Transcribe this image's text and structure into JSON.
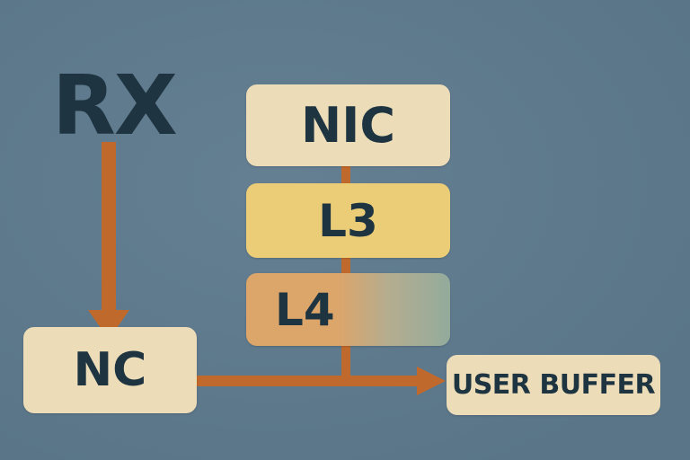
{
  "diagram": {
    "source_label": "RX",
    "nodes": {
      "nic": "NIC",
      "l3": "L3",
      "l4": "L4",
      "nc": "NC",
      "user_buffer": "USER BUFFER"
    },
    "edges": [
      {
        "from": "RX",
        "to": "NC"
      },
      {
        "from": "NC",
        "to": "USER BUFFER"
      },
      {
        "from": "NIC",
        "to": "USER BUFFER",
        "via": [
          "L3",
          "L4"
        ]
      }
    ],
    "colors": {
      "background": "#5e7a8e",
      "arrow": "#c0692c",
      "text": "#1f3441",
      "box_light": "#ecdcb8",
      "box_l3": "#ebcd78",
      "box_l4": "#dca56a"
    }
  }
}
